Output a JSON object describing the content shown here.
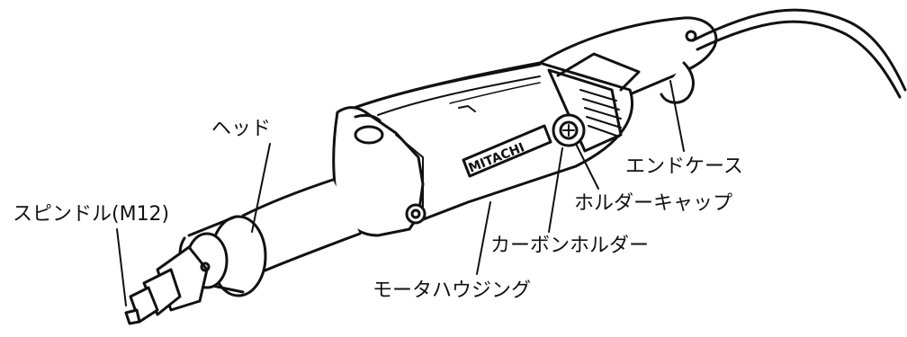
{
  "diagram": {
    "brand": "MITACHI",
    "labels": {
      "head": "ヘッド",
      "spindle": "スピンドル(M12)",
      "end_case": "エンドケース",
      "holder_cap": "ホルダーキャップ",
      "carbon_holder": "カーボンホルダー",
      "motor_housing": "モータハウジング"
    }
  }
}
